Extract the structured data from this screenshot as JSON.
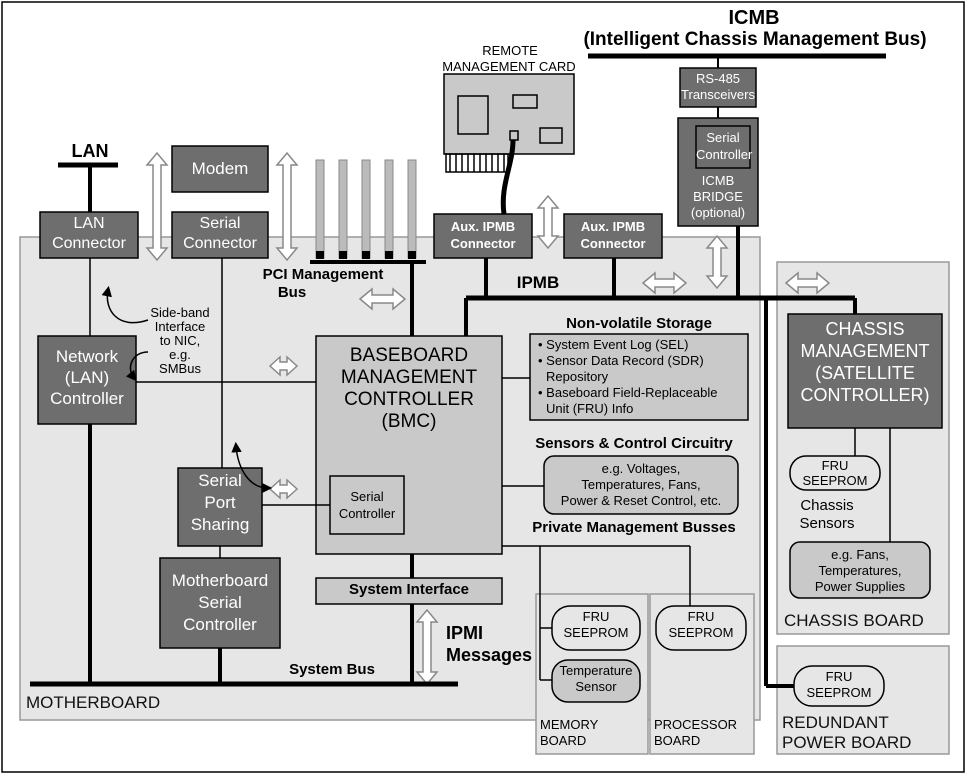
{
  "icmb": {
    "title": "ICMB",
    "subtitle": "(Intelligent Chassis Management Bus)"
  },
  "remote_card": {
    "line1": "REMOTE",
    "line2": "MANAGEMENT CARD"
  },
  "rs485": {
    "line1": "RS-485",
    "line2": "Transceivers"
  },
  "icmb_bridge": {
    "serial1": "Serial",
    "serial2": "Controller",
    "line1": "ICMB",
    "line2": "BRIDGE",
    "line3": "(optional)"
  },
  "lan": {
    "title": "LAN",
    "connector1": "LAN",
    "connector2": "Connector"
  },
  "modem": "Modem",
  "serial_connector": {
    "line1": "Serial",
    "line2": "Connector"
  },
  "aux_ipmb_1": {
    "line1": "Aux. IPMB",
    "line2": "Connector"
  },
  "aux_ipmb_2": {
    "line1": "Aux. IPMB",
    "line2": "Connector"
  },
  "ipmb": "IPMB",
  "pci_bus": {
    "line1": "PCI Management",
    "line2": "Bus"
  },
  "sideband": {
    "line1": "Side-band",
    "line2": "Interface",
    "line3": "to NIC,",
    "line4": "e.g.",
    "line5": "SMBus"
  },
  "nic": {
    "line1": "Network",
    "line2": "(LAN)",
    "line3": "Controller"
  },
  "bmc": {
    "line1": "BASEBOARD",
    "line2": "MANAGEMENT",
    "line3": "CONTROLLER",
    "line4": "(BMC)",
    "serial1": "Serial",
    "serial2": "Controller"
  },
  "nv_storage": {
    "title": "Non-volatile Storage",
    "items": [
      "• System Event Log (SEL)",
      "• Sensor Data Record (SDR)",
      "Repository",
      "• Baseboard Field-Replaceable",
      "Unit (FRU) Info"
    ]
  },
  "sensors": {
    "title": "Sensors & Control Circuitry",
    "line1": "e.g. Voltages,",
    "line2": "Temperatures, Fans,",
    "line3": "Power & Reset Control, etc."
  },
  "private_busses": "Private Management Busses",
  "serial_port_sharing": {
    "line1": "Serial",
    "line2": "Port",
    "line3": "Sharing"
  },
  "mb_serial": {
    "line1": "Motherboard",
    "line2": "Serial",
    "line3": "Controller"
  },
  "system_interface": "System Interface",
  "ipmi_messages": {
    "line1": "IPMI",
    "line2": "Messages"
  },
  "system_bus": "System Bus",
  "motherboard": "MOTHERBOARD",
  "memory_board": {
    "fru1": "FRU",
    "fru2": "SEEPROM",
    "temp1": "Temperature",
    "temp2": "Sensor",
    "label1": "MEMORY",
    "label2": "BOARD"
  },
  "processor_board": {
    "fru1": "FRU",
    "fru2": "SEEPROM",
    "label1": "PROCESSOR",
    "label2": "BOARD"
  },
  "chassis": {
    "line1": "CHASSIS",
    "line2": "MANAGEMENT",
    "line3": "(SATELLITE",
    "line4": "CONTROLLER)",
    "fru1": "FRU",
    "fru2": "SEEPROM",
    "sensors1": "Chassis",
    "sensors2": "Sensors",
    "eg1": "e.g. Fans,",
    "eg2": "Temperatures,",
    "eg3": "Power Supplies",
    "board": "CHASSIS BOARD"
  },
  "redundant_power": {
    "fru1": "FRU",
    "fru2": "SEEPROM",
    "label1": "REDUNDANT",
    "label2": "POWER BOARD"
  },
  "colors": {
    "box_fill": "#6e6e6e",
    "board_fill": "#e6e6e6",
    "light_box": "#c9c9c9",
    "line": "#000000"
  }
}
